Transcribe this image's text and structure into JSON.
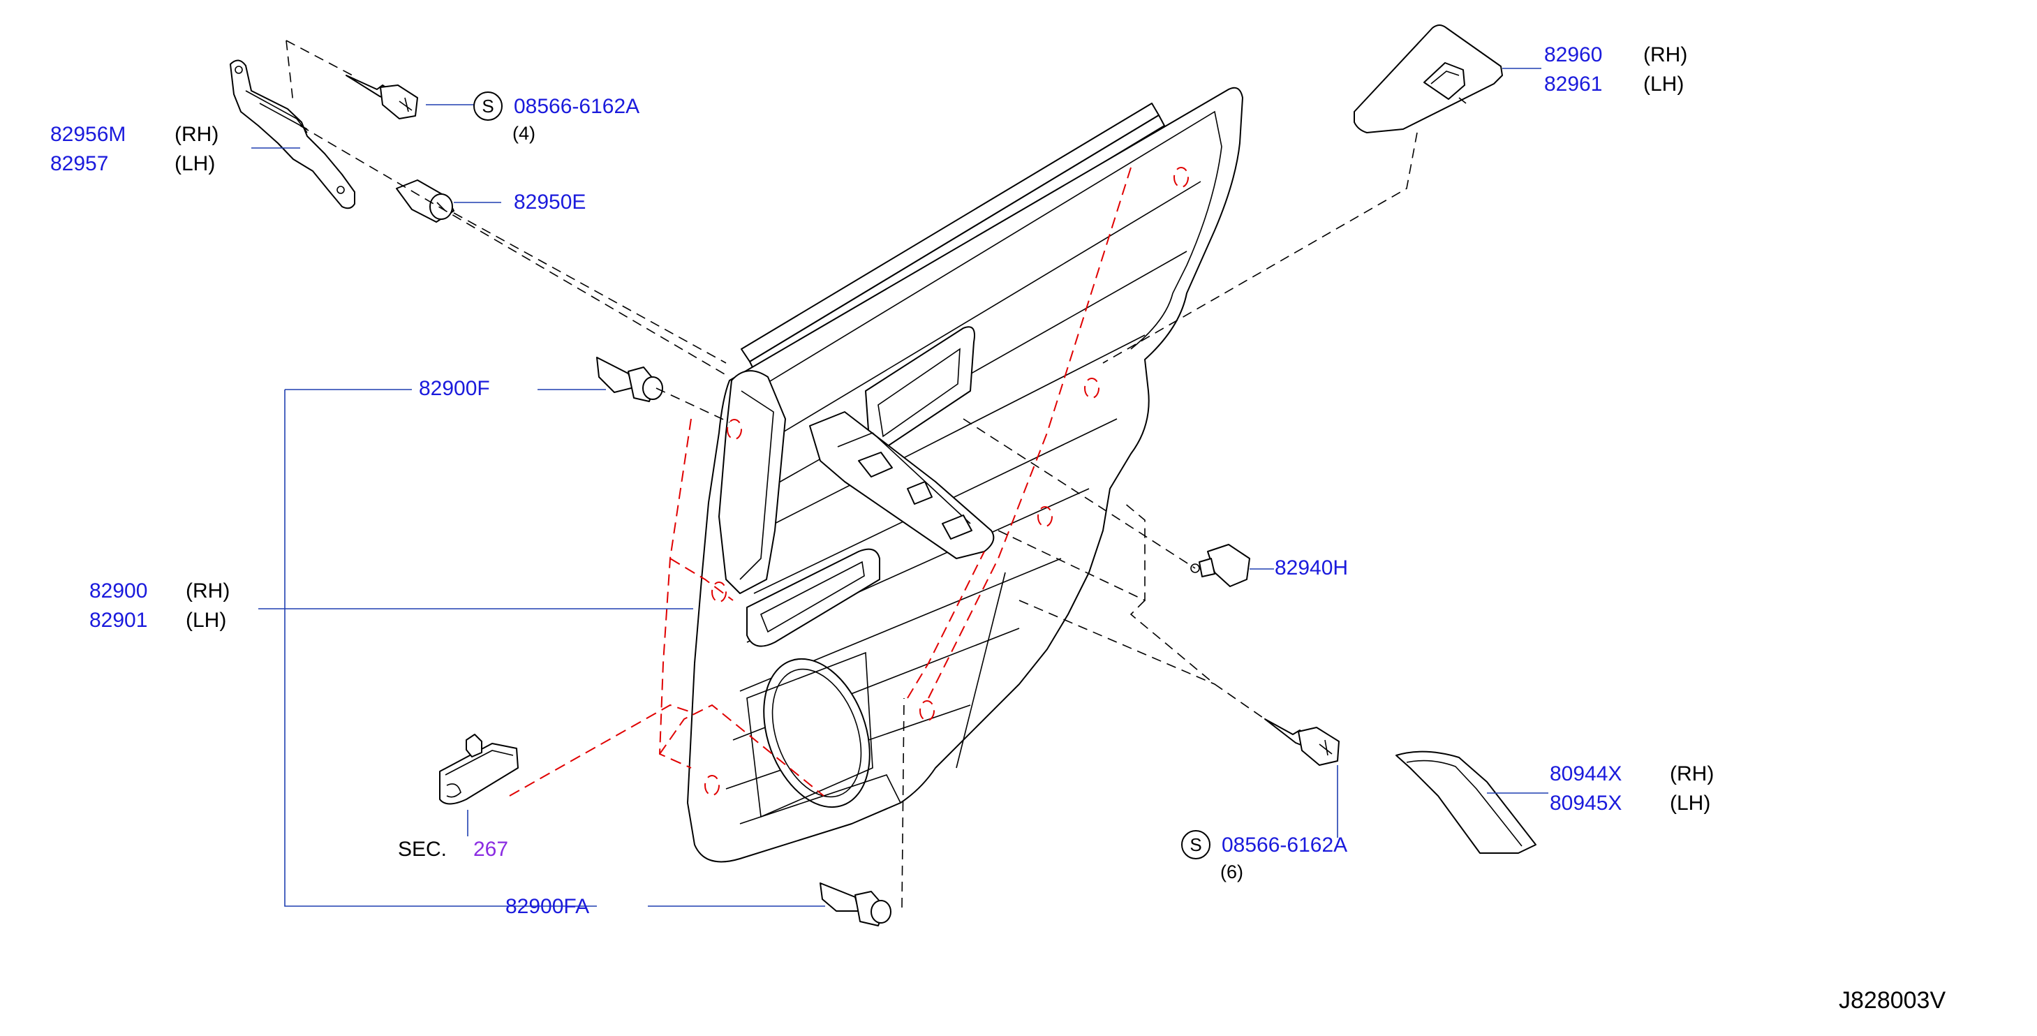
{
  "callouts": {
    "brk_rh_pn": "82956M",
    "brk_rh_side": "(RH)",
    "brk_lh_pn": "82957",
    "brk_lh_side": "(LH)",
    "screw_top_sym": "S",
    "screw_top_pn": "08566-6162A",
    "screw_top_qty": "(4)",
    "clip_e_pn": "82950E",
    "clip_f_pn": "82900F",
    "trim_rh_pn": "82900",
    "trim_rh_side": "(RH)",
    "trim_lh_pn": "82901",
    "trim_lh_side": "(LH)",
    "sec_label": "SEC.",
    "sec_num": "267",
    "clip_fa_pn": "82900FA",
    "sw_rh_pn": "82960",
    "sw_rh_side": "(RH)",
    "sw_lh_pn": "82961",
    "sw_lh_side": "(LH)",
    "clip_h_pn": "82940H",
    "screw_bot_sym": "S",
    "screw_bot_pn": "08566-6162A",
    "screw_bot_qty": "(6)",
    "strip_rh_pn": "80944X",
    "strip_rh_side": "(RH)",
    "strip_lh_pn": "80945X",
    "strip_lh_side": "(LH)"
  },
  "diagram_code": "J828003V",
  "colors": {
    "part_number": "#1a1adc",
    "section_number": "#8a2be2",
    "leader": "#1f3fb0",
    "hidden_line": "#e00000",
    "outline": "#000000"
  }
}
